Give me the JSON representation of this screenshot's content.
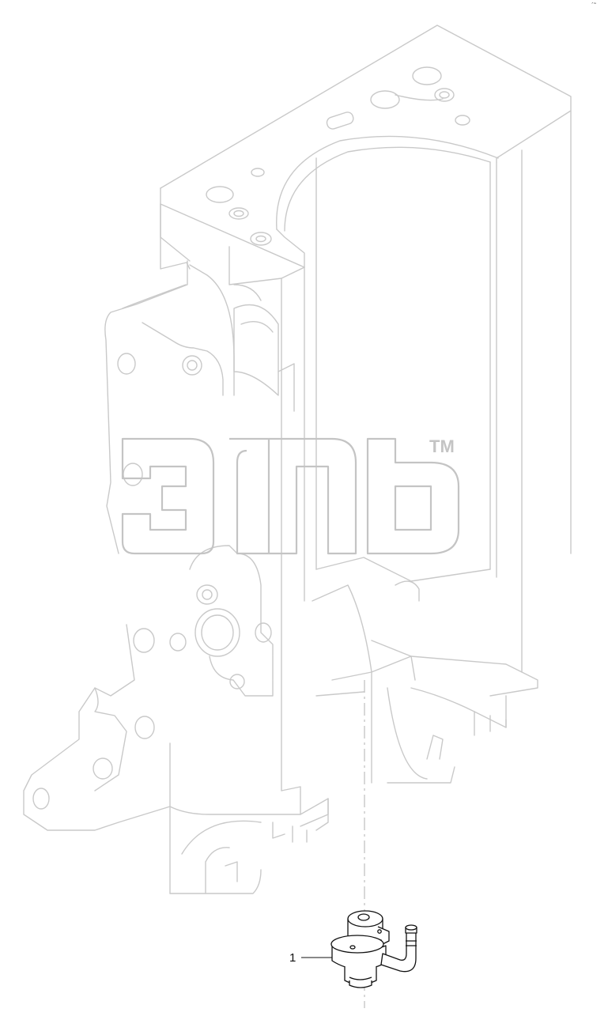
{
  "diagram": {
    "callouts": [
      {
        "label": "1",
        "part": "sensor-fitting"
      }
    ],
    "watermark": {
      "trademark_symbol": "TM"
    },
    "corner_mark": "´˜"
  },
  "colors": {
    "ghost_lines": "#c9c9c9",
    "part_lines": "#111111",
    "watermark": "#c4c4c4",
    "background": "#ffffff"
  }
}
